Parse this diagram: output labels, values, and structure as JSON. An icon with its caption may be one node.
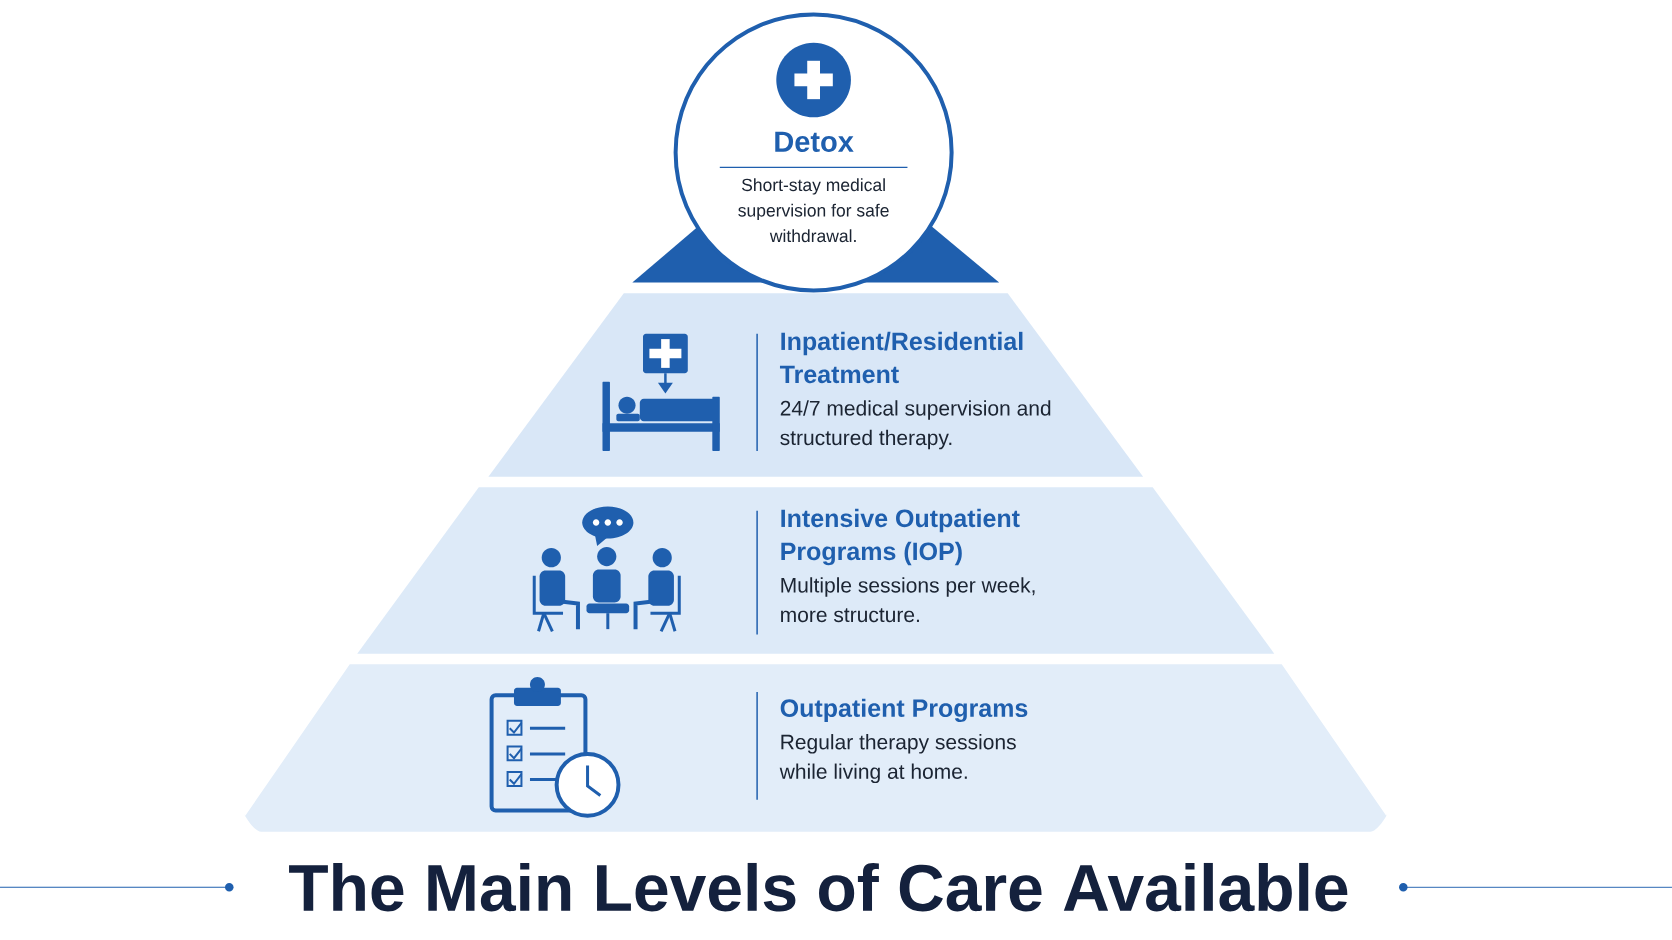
{
  "diagram": {
    "title": "The Main Levels of Care Available",
    "nodes": [
      {
        "text": [
          "Detox",
          "Short-stay medical supervision for safe withdrawal."
        ]
      },
      {
        "text": [
          "Inpatient/Residential Treatment",
          "24/7 medical supervision and structured therapy."
        ]
      },
      {
        "text": [
          "Intensive Outpatient Programs (IOP)",
          "Multiple sessions per week, more structure."
        ]
      },
      {
        "text": [
          "Outpatient Programs",
          "Regular therapy sessions while living at home."
        ]
      }
    ]
  }
}
